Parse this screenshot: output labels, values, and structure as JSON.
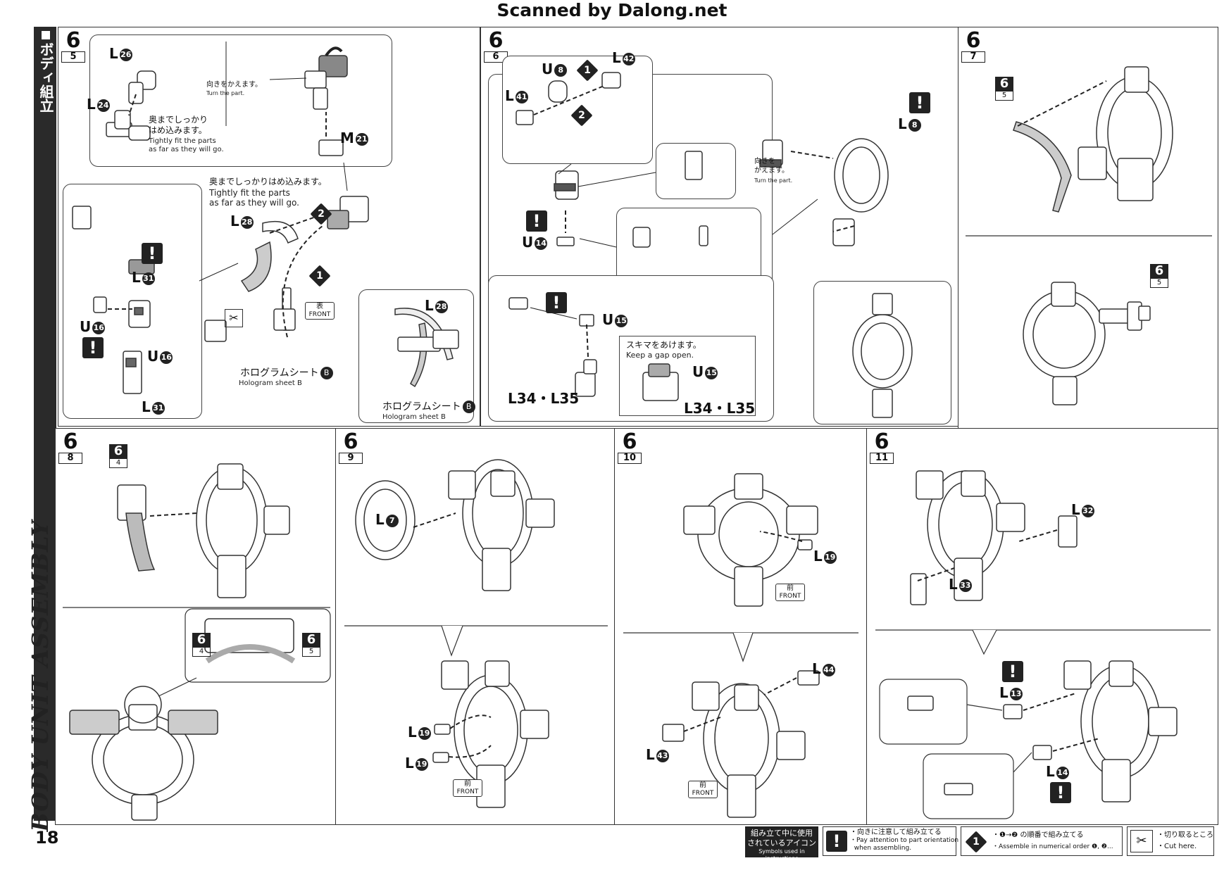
{
  "header": {
    "scan_credit": "Scanned by Dalong.net"
  },
  "sidebar": {
    "jp_title": "ボディ組立",
    "en_title": "BODY UNIT ASSEMBLY"
  },
  "page_number": "18",
  "panels": {
    "p5": {
      "step": "6",
      "substep": "5",
      "sub_top": {
        "L26": "L",
        "L26_num": "26",
        "L24": "L",
        "L24_num": "24",
        "fit_jp": "奥までしっかり\nはめ込みます。",
        "fit_en": "Tightly fit the parts\nas far as they will go.",
        "turn_jp": "向きをかえます。",
        "turn_en": "Turn the part.",
        "M21": "M",
        "M21_num": "21"
      },
      "fit_jp": "奥までしっかりはめ込みます。",
      "fit_en": "Tightly fit the parts\nas far as they will go.",
      "L28": "L",
      "L28_num": "28",
      "L31": "L",
      "L31_num": "31",
      "U16": "U",
      "U16_num": "16",
      "hologram_jp": "ホログラムシート",
      "hologram_en": "Hologram sheet",
      "hologram_letter": "B",
      "front_jp": "表",
      "front_en": "FRONT",
      "seq1": "1",
      "seq2": "2"
    },
    "p6": {
      "step": "6",
      "substep": "6",
      "U8": "U",
      "U8_num": "8",
      "L41": "L",
      "L41_num": "41",
      "L42": "L",
      "L42_num": "42",
      "U14": "U",
      "U14_num": "14",
      "L8": "L",
      "L8_num": "8",
      "turn_jp": "向きを\nかえます。",
      "turn_en": "Turn the part.",
      "U15": "U",
      "U15_num": "15",
      "gap_jp": "スキマをあけます。",
      "gap_en": "Keep a gap open.",
      "L34_35": "L34・L35",
      "seq1": "1",
      "seq2": "2"
    },
    "p7": {
      "step": "6",
      "substep": "7",
      "ref": "6",
      "ref_sub": "5"
    },
    "p8": {
      "step": "6",
      "substep": "8",
      "ref4": "6",
      "ref4_sub": "4",
      "ref5": "6",
      "ref5_sub": "5"
    },
    "p9": {
      "step": "6",
      "substep": "9",
      "L7": "L",
      "L7_num": "7",
      "L19": "L",
      "L19_num": "19",
      "front_jp": "前",
      "front_en": "FRONT"
    },
    "p10": {
      "step": "6",
      "substep": "10",
      "L19": "L",
      "L19_num": "19",
      "L44": "L",
      "L44_num": "44",
      "L43": "L",
      "L43_num": "43",
      "front_jp": "前",
      "front_en": "FRONT"
    },
    "p11": {
      "step": "6",
      "substep": "11",
      "L32": "L",
      "L32_num": "32",
      "L33": "L",
      "L33_num": "33",
      "L13": "L",
      "L13_num": "13",
      "L14": "L",
      "L14_num": "14"
    }
  },
  "legend": {
    "title_jp": "組み立て中に使用\nされているアイコン",
    "title_en": "Symbols used in instructions",
    "attention_jp": "・向きに注意して組み立てる",
    "attention_en": "・Pay attention to part orientation\n  when assembling.",
    "sequence_jp": "・❶→❷ の順番で組み立てる",
    "sequence_en": "・Assemble in numerical order ❶, ❷...",
    "cut_jp": "・切り取るところ",
    "cut_en": "・Cut here.",
    "warn_symbol": "!",
    "seq_symbol": "1"
  }
}
